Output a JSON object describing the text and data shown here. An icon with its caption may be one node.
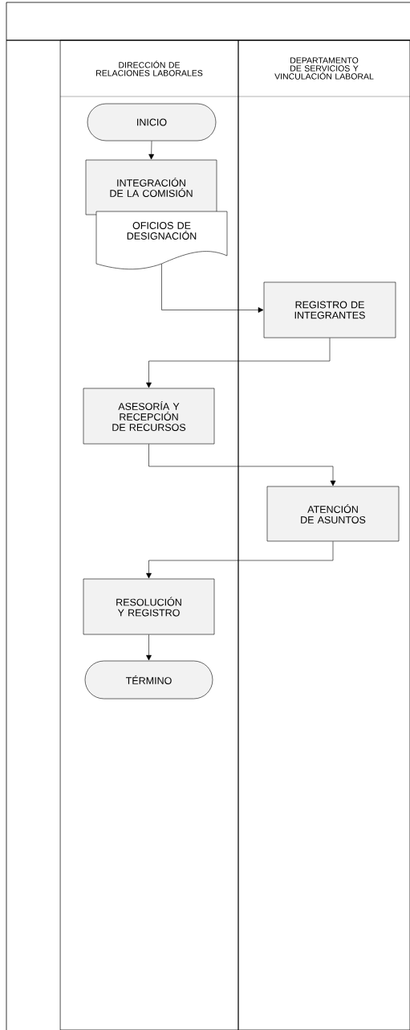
{
  "diagram": {
    "nodes": [
      {
        "text": [
          "DIRECCIÓN DE RELACIONES LABORALES"
        ]
      },
      {
        "text": [
          "DEPARTAMENTO DE SERVICIOS Y VINCULACIÓN LABORAL"
        ]
      },
      {
        "text": [
          "INICIO"
        ],
        "in": 0
      },
      {
        "text": [
          "INTEGRACIÓN DE LA COMISIÓN"
        ],
        "in": 0
      },
      {
        "text": [
          "OFICIOS DE DESIGNACIÓN"
        ],
        "in": 0
      },
      {
        "text": [
          "REGISTRO DE INTEGRANTES"
        ],
        "in": 1
      },
      {
        "text": [
          "ASESORÍA Y RECEPCIÓN DE RECURSOS"
        ],
        "in": 0
      },
      {
        "text": [
          "ATENCIÓN DE ASUNTOS"
        ],
        "in": 1
      },
      {
        "text": [
          "RESOLUCIÓN Y REGISTRO"
        ],
        "in": 0
      },
      {
        "text": [
          "TÉRMINO"
        ],
        "in": 0
      }
    ],
    "edges": [
      {
        "from": 2,
        "to": 3,
        "arrow": "to"
      },
      {
        "from": 4,
        "to": 5,
        "arrow": "to"
      },
      {
        "from": 5,
        "to": 6,
        "arrow": "to"
      },
      {
        "from": 6,
        "to": 7,
        "arrow": "to"
      },
      {
        "from": 7,
        "to": 8,
        "arrow": "to"
      },
      {
        "from": 8,
        "to": 9,
        "arrow": "to"
      }
    ]
  }
}
